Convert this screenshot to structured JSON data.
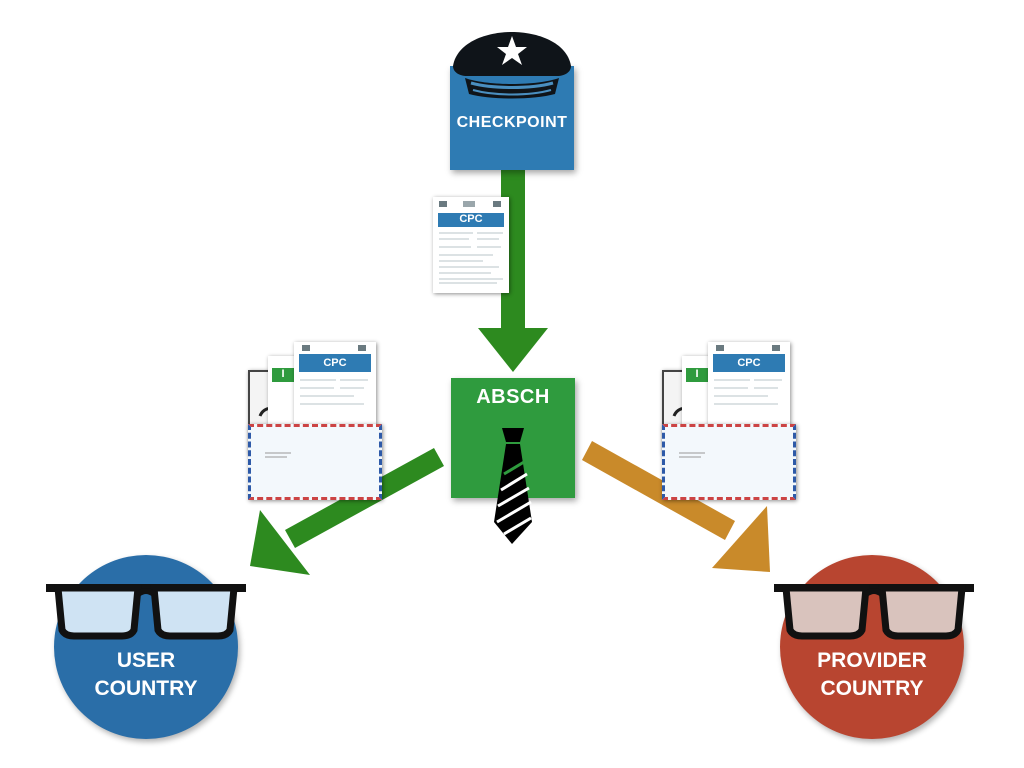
{
  "diagram": {
    "checkpoint": {
      "label": "CHECKPOINT",
      "icon": "police-hat-icon",
      "color": "#2e7bb3"
    },
    "absch": {
      "label": "ABSCH",
      "icon": "necktie-icon",
      "color": "#2f9b3e"
    },
    "user_country": {
      "line1": "USER",
      "line2": "COUNTRY",
      "icon": "glasses-icon",
      "color": "#2a6ea8"
    },
    "provider_country": {
      "line1": "PROVIDER",
      "line2": "COUNTRY",
      "icon": "glasses-icon",
      "color": "#b84530"
    },
    "documents": {
      "cpc_label": "CPC",
      "irc_label": "I"
    },
    "arrows": {
      "green": "#2d8a1f",
      "orange": "#c98a2a"
    }
  }
}
